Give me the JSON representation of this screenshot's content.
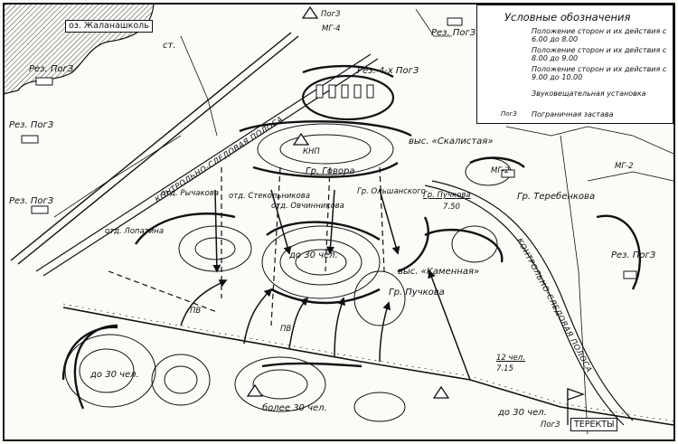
{
  "legend": {
    "title": "Условные обозначения",
    "rows": [
      "Положение сторон и их действия с 6.00 до 8.00",
      "Положение сторон и их действия с 8.00 до 9.00",
      "Положение сторон и их действия с 9.00 до 10.00",
      "Звуковещательная установка",
      "Пограничная застава"
    ],
    "zastava_abbr": "ПогЗ"
  },
  "lake": "оз. Жаланашколь",
  "labels": {
    "st": "ст.",
    "rez_pogz_1": "Рез. ПогЗ",
    "rez_pogz_2": "Рез. ПогЗ",
    "rez_pogz_3": "Рез. ПогЗ",
    "rez_pogz_4": "Рез. ПогЗ",
    "rez_4_pogz": "Рез. 4-х ПогЗ",
    "rez_pogz_right": "Рез. ПогЗ",
    "pogz_top": "ПогЗ",
    "mg4": "МГ-4",
    "mg2_left": "МГ-2",
    "mg2_right": "МГ-2",
    "knp": "КНП",
    "height_skalistaya": "выс. «Скалистая»",
    "gr_govora": "Гр. Говора",
    "otd_rychakova": "отд. Рычакова",
    "otd_stekolnikova": "отд. Стекольникова",
    "otd_ovchinnikova": "отд. Овчинникова",
    "gr_olshanskogo": "Гр. Ольшанского",
    "gr_puchkova_top": "Гр. Пучкова",
    "time_750": "7.50",
    "gr_terebenkova": "Гр. Теребенкова",
    "otd_lopatina": "отд. Лопатина",
    "do30_center": "до 30 чел.",
    "height_kamennaya": "выс. «Каменная»",
    "gr_puchkova_bottom": "Гр. Пучкова",
    "pv_left": "ПВ",
    "pv_center": "ПВ",
    "do30_left": "до 30 чел.",
    "bolee30": "более 30 чел.",
    "chel12": "12 чел.",
    "time_715": "7.15",
    "do30_bottom": "до 30 чел.",
    "pogz_bottom": "ПогЗ",
    "terekty": "ТЕРЕКТЫ",
    "strip_left": "КОНТРОЛЬНО-СЛЕДОВАЯ ПОЛОСА",
    "strip_right": "КОНТРОЛЬНО-СЛЕДОВАЯ ПОЛОСА"
  }
}
